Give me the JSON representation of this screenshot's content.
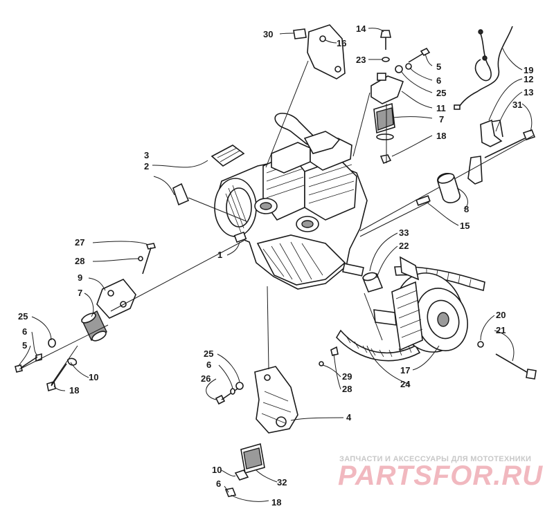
{
  "diagram": {
    "callouts": [
      "1",
      "2",
      "3",
      "4",
      "5",
      "6",
      "7",
      "8",
      "9",
      "10",
      "11",
      "12",
      "13",
      "14",
      "15",
      "16",
      "17",
      "18",
      "19",
      "20",
      "21",
      "22",
      "23",
      "24",
      "25",
      "26",
      "27",
      "28",
      "29",
      "30",
      "31",
      "32",
      "33"
    ]
  },
  "watermark": {
    "tagline": "ЗАПЧАСТИ И АКСЕССУАРЫ ДЛЯ МОТОТЕХНИКИ",
    "logo": "PARTSFOR.RU"
  }
}
